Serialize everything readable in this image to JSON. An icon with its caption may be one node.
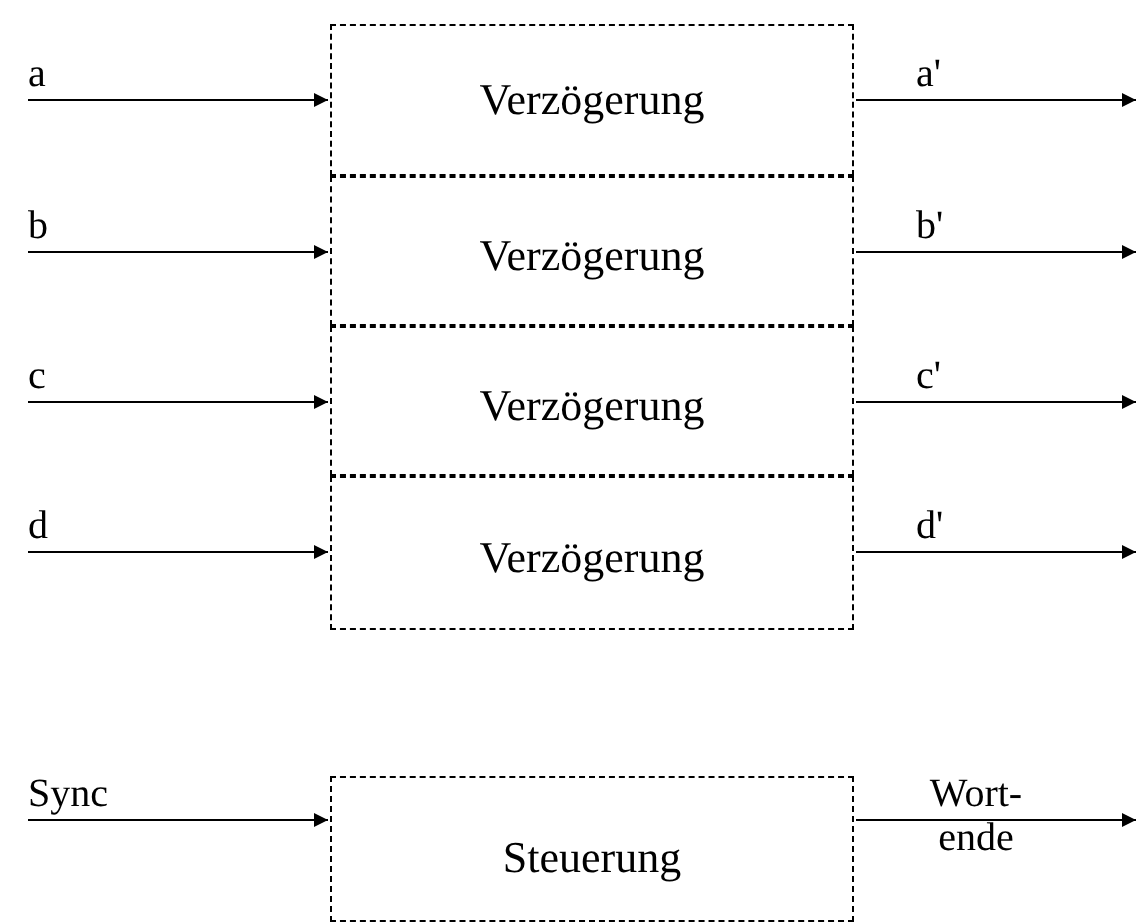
{
  "diagram": {
    "nodes": [
      {
        "text": [
          "Verzögerung"
        ]
      },
      {
        "text": [
          "Verzögerung"
        ]
      },
      {
        "text": [
          "Verzögerung"
        ]
      },
      {
        "text": [
          "Verzögerung"
        ]
      },
      {
        "text": [
          "Steuerung"
        ]
      }
    ],
    "edges": [
      {
        "from": null,
        "to": 0,
        "arrow": "to",
        "label": "a"
      },
      {
        "from": 0,
        "to": null,
        "arrow": "to",
        "label": "a'"
      },
      {
        "from": null,
        "to": 1,
        "arrow": "to",
        "label": "b"
      },
      {
        "from": 1,
        "to": null,
        "arrow": "to",
        "label": "b'"
      },
      {
        "from": null,
        "to": 2,
        "arrow": "to",
        "label": "c"
      },
      {
        "from": 2,
        "to": null,
        "arrow": "to",
        "label": "c'"
      },
      {
        "from": null,
        "to": 3,
        "arrow": "to",
        "label": "d"
      },
      {
        "from": 3,
        "to": null,
        "arrow": "to",
        "label": "d'"
      },
      {
        "from": null,
        "to": 4,
        "arrow": "to",
        "label": "Sync"
      },
      {
        "from": 4,
        "to": null,
        "arrow": "to",
        "label": "Wort- ende"
      }
    ]
  }
}
